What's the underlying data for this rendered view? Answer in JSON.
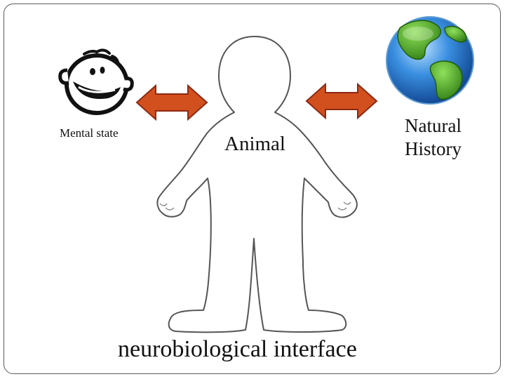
{
  "labels": {
    "mental_state": "Mental state",
    "animal": "Animal",
    "natural_history_line1": "Natural",
    "natural_history_line2": "History",
    "interface": "neurobiological interface"
  },
  "colors": {
    "arrow_fill": "#d2501e",
    "arrow_stroke": "#8c2a14",
    "outline": "#5a5a5a",
    "globe_ocean": "#2a78c8",
    "globe_land": "#3f9c1c"
  },
  "icons": {
    "face": "smiling-face-icon",
    "globe": "earth-globe-icon",
    "body": "human-body-outline"
  }
}
